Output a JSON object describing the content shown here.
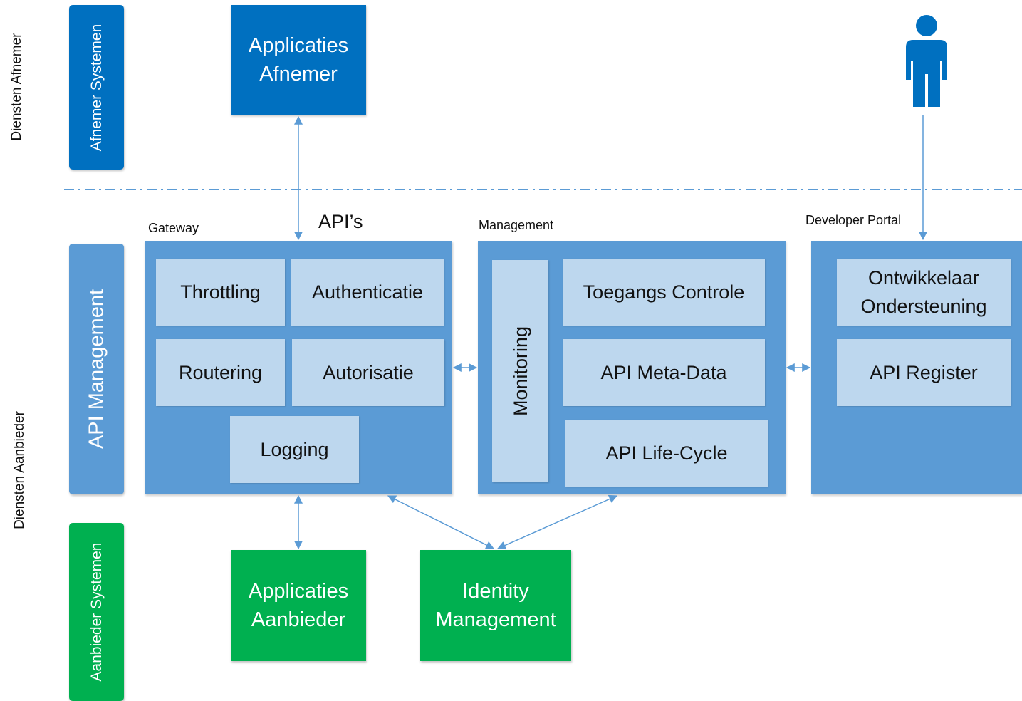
{
  "zones": {
    "top": "Diensten Afnemer",
    "bottom": "Diensten Aanbieder"
  },
  "layers": {
    "afnemer": "Afnemer Systemen",
    "api_management": "API Management",
    "aanbieder": "Aanbieder Systemen"
  },
  "boxes": {
    "applicaties_afnemer": "Applicaties\nAfnemer",
    "applicaties_aanbieder": "Applicaties\nAanbieder",
    "identity_management": "Identity\nManagement"
  },
  "gateway": {
    "title": "Gateway",
    "apis_label": "API’s",
    "tiles": {
      "throttling": "Throttling",
      "authenticatie": "Authenticatie",
      "routering": "Routering",
      "autorisatie": "Autorisatie",
      "logging": "Logging"
    }
  },
  "management": {
    "title": "Management",
    "monitoring": "Monitoring",
    "tiles": {
      "toegangs_controle": "Toegangs Controle",
      "api_meta_data": "API Meta-Data",
      "api_life_cycle": "API Life-Cycle"
    }
  },
  "developer_portal": {
    "title": "Developer Portal",
    "tiles": {
      "ontwikkelaar": "Ontwikkelaar\nOndersteuning",
      "api_register": "API Register"
    }
  },
  "icons": [
    "person-icon"
  ],
  "colors": {
    "dark_blue": "#0070c0",
    "mid_blue": "#5b9bd5",
    "light_blue": "#bdd7ee",
    "green": "#00b050",
    "arrow": "#5b9bd5"
  }
}
